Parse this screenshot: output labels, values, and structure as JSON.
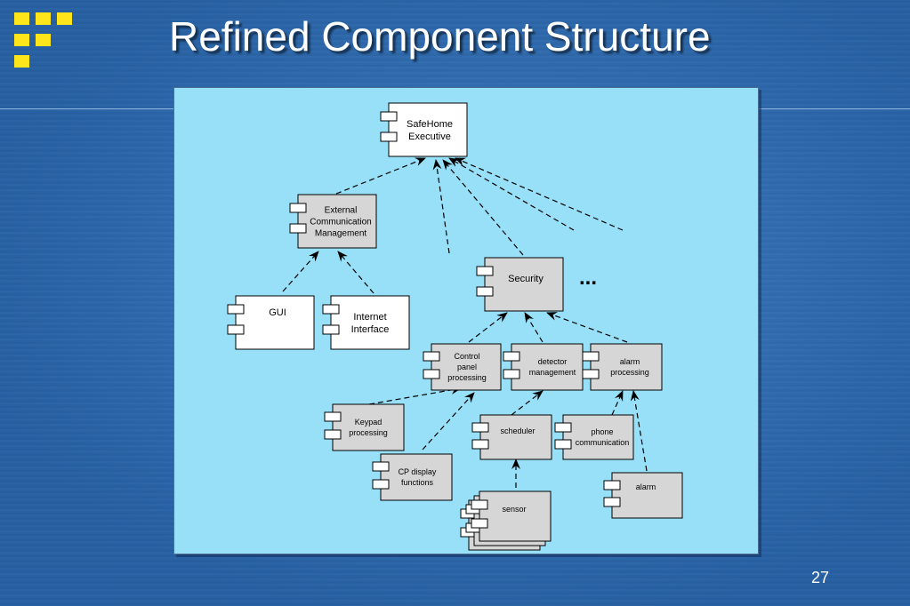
{
  "slide": {
    "title": "Refined Component Structure",
    "page_number": "27",
    "colors": {
      "background": "#2f6db0",
      "logo": "#ffe51a",
      "panel": "#98e0f8",
      "component_white": "#ffffff",
      "component_gray": "#d6d6d6"
    }
  },
  "diagram": {
    "components": {
      "safehome_executive": [
        "SafeHome",
        "Executive"
      ],
      "external_comm": [
        "External",
        "Communication",
        "Management"
      ],
      "gui": [
        "GUI"
      ],
      "internet_interface": [
        "Internet",
        "Interface"
      ],
      "security": [
        "Security"
      ],
      "more_marker": "...",
      "control_panel": [
        "Control",
        "panel",
        "processing"
      ],
      "detector_management": [
        "detector",
        "management"
      ],
      "alarm_processing": [
        "alarm",
        "processing"
      ],
      "keypad_processing": [
        "Keypad",
        "processing"
      ],
      "cp_display": [
        "CP display",
        "functions"
      ],
      "scheduler": [
        "scheduler"
      ],
      "phone_communication": [
        "phone",
        "communication"
      ],
      "sensor": [
        "sensor"
      ],
      "alarm": [
        "alarm"
      ]
    }
  }
}
